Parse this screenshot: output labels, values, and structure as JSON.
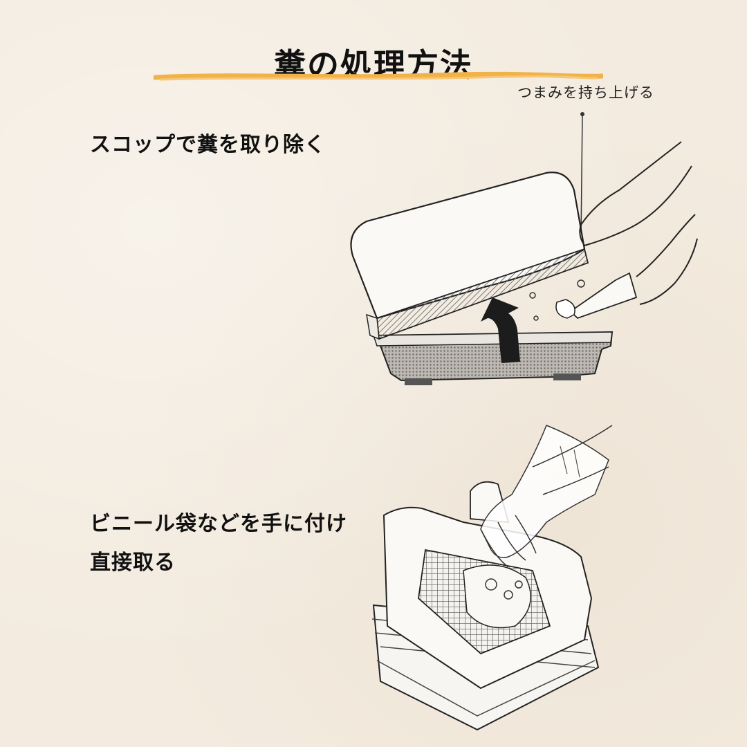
{
  "title": "糞の処理方法",
  "caption_top": "つまみを持ち上げる",
  "steps": [
    {
      "lines": [
        "スコップで糞を取り除く"
      ]
    },
    {
      "lines": [
        "ビニール袋などを手に付け",
        "直接取る"
      ]
    }
  ],
  "colors": {
    "background": "#f3ebdf",
    "accent_underline": "#f2b24a",
    "text": "#111111"
  },
  "icons": {
    "illustration_1": "litter-box-lid-lifted-scoop-illustration",
    "illustration_2": "litter-box-gloved-hand-illustration"
  }
}
